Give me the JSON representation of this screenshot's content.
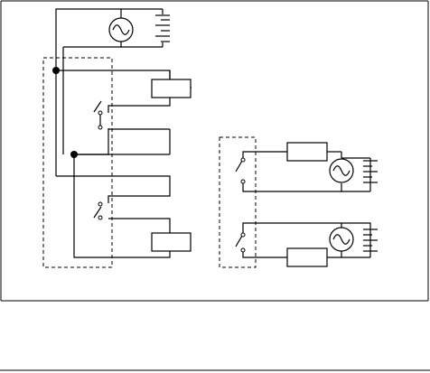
{
  "diagram": {
    "type": "relay-circuit-schematic",
    "components": {
      "ac_sources": 3,
      "batteries": 3,
      "relay_coils": 4,
      "switch_contacts": 4,
      "junction_nodes": 2,
      "dashed_relay_groups": 2
    },
    "icons": [
      "ac-source-icon",
      "battery-icon",
      "relay-coil-icon",
      "switch-contact-icon",
      "junction-node-icon"
    ],
    "colors": {
      "line": "#000000",
      "background": "#ffffff"
    }
  }
}
